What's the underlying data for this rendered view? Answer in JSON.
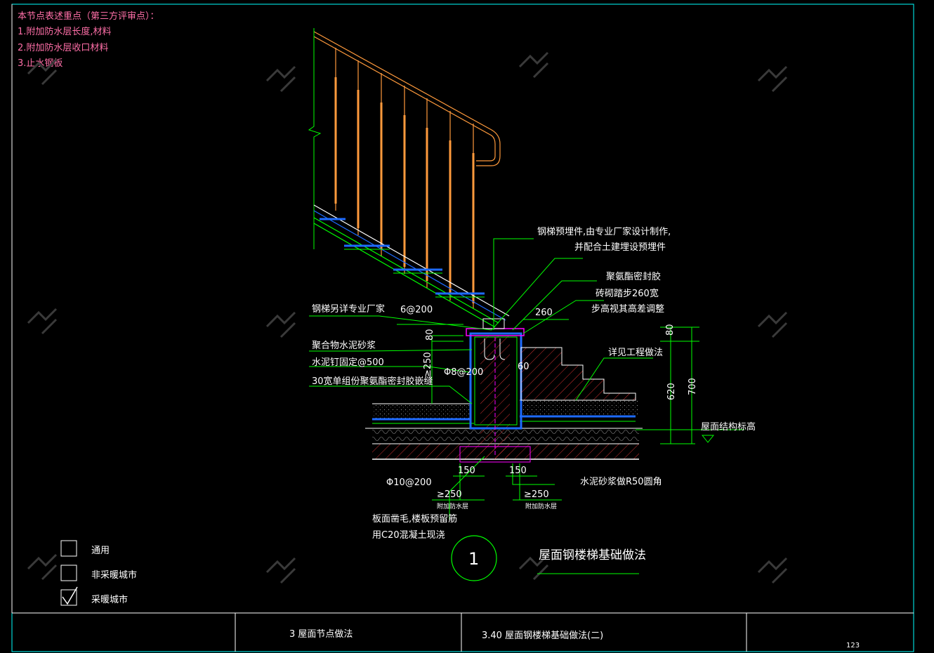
{
  "review_notes": {
    "heading": "本节点表述重点（第三方评审点）：",
    "items": [
      "1.附加防水层长度,材料",
      "2.附加防水层收口材料",
      "3.止水钢板"
    ]
  },
  "annotations": {
    "embed_1": "钢梯预埋件,由专业厂家设计制作,",
    "embed_2": "并配合土建埋设预埋件",
    "sealant": "聚氨酯密封胶",
    "brick_1": "砖砌踏步260宽",
    "brick_2": "步高视其高差调整",
    "see_project": "详见工程做法",
    "stair_vendor": "钢梯另详专业厂家",
    "polymer_mortar": "聚合物水泥砂浆",
    "nail": "水泥钉固定@500",
    "seam": "30宽单组份聚氨酯密封胶嵌缝",
    "roof_struct": "屋面结构标高",
    "fillet": "水泥砂浆做R50圆角",
    "slab_1": "板面凿毛,楼板预留筋",
    "slab_2": "用C20混凝土现浇",
    "addl_layer_l": "附加防水层",
    "addl_layer_r": "附加防水层"
  },
  "dims": {
    "d_6at200": "6@200",
    "d_80_left": "80",
    "d_260": "260",
    "d_ge250_v": "≥250",
    "d_phi8": "Φ8@200",
    "d_60": "60",
    "d_80_right": "80",
    "d_620": "620",
    "d_700": "700",
    "d_phi10": "Φ10@200",
    "d_150_l": "150",
    "d_150_r": "150",
    "d_ge250_l": "≥250",
    "d_ge250_r": "≥250"
  },
  "detail": {
    "number": "1",
    "title": "屋面钢楼梯基础做法"
  },
  "legend": [
    {
      "label": "通用",
      "checked": false
    },
    {
      "label": "非采暖城市",
      "checked": false
    },
    {
      "label": "采暖城市",
      "checked": true
    }
  ],
  "title_block": {
    "section": "3  屋面节点做法",
    "item": "3.40  屋面钢楼梯基础做法(二)",
    "page": "123"
  },
  "colors": {
    "green": "#00ff00",
    "orange": "#ff9a3c",
    "blue": "#1e6bff",
    "magenta": "#ff00ff",
    "red": "#ff3b3b",
    "pink": "#ff6fa8",
    "cyan": "#00ffff",
    "white": "#ffffff",
    "background": "#000000"
  }
}
